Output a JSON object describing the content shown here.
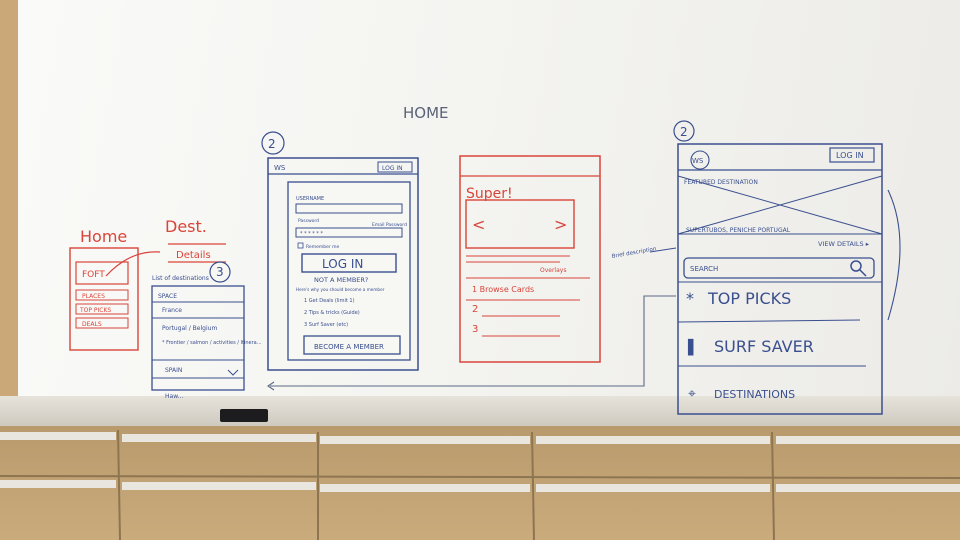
{
  "board_title": "HOME",
  "step_numbers": {
    "center": "2",
    "right": "2",
    "left": "3"
  },
  "left_sketch": {
    "home_title": "Home",
    "dest_title": "Dest.",
    "details_label": "Details",
    "list_of_destinations": "List of destinations",
    "home_items": [
      "FOFT",
      "PLACES",
      "TOP PICKS",
      "DEALS"
    ],
    "dest_items": [
      "SPACE",
      "France",
      "Portugal / Belgium",
      "* Frontier / salmon / activities / Itinera...",
      "SPAIN",
      "Haw..."
    ]
  },
  "login_sketch": {
    "logo": "WS",
    "login_small": "LOG IN",
    "username_label": "USERNAME",
    "username_placeholder": "Password",
    "forgot_link": "Email Password",
    "password_mask": "* * * * * *",
    "remember": "Remember me",
    "login_button": "LOG IN",
    "not_member": "NOT A MEMBER?",
    "benefits_intro": "Here's why you should become a member",
    "benefits": [
      "1  Get Deals (limit 1)",
      "2  Tips & tricks (Guide)",
      "3  Surf Saver (etc)"
    ],
    "become_member": "BECOME A MEMBER"
  },
  "super_sketch": {
    "title": "Super!",
    "prev": "<",
    "next": ">",
    "overlay_label": "Overlays",
    "list": [
      "1  Browse Cards",
      "2",
      "3"
    ]
  },
  "featured_sketch": {
    "logo": "WS",
    "login_button": "LOG IN",
    "featured_label": "FEATURED DESTINATION",
    "caption": "SUPERTUBOS, PENICHE PORTUGAL",
    "view_details": "VIEW DETAILS ▸",
    "side_note": "Brief description",
    "search_placeholder": "SEARCH",
    "menu": [
      {
        "icon": "star-icon",
        "glyph": "*",
        "label": "TOP PICKS"
      },
      {
        "icon": "surfboard-icon",
        "glyph": "▌",
        "label": "SURF SAVER"
      },
      {
        "icon": "location-pin-icon",
        "glyph": "⌖",
        "label": "DESTINATIONS"
      }
    ]
  },
  "colors": {
    "blue_marker": "#3a4f8f",
    "red_marker": "#d9453a",
    "board": "#f6f6f3"
  }
}
